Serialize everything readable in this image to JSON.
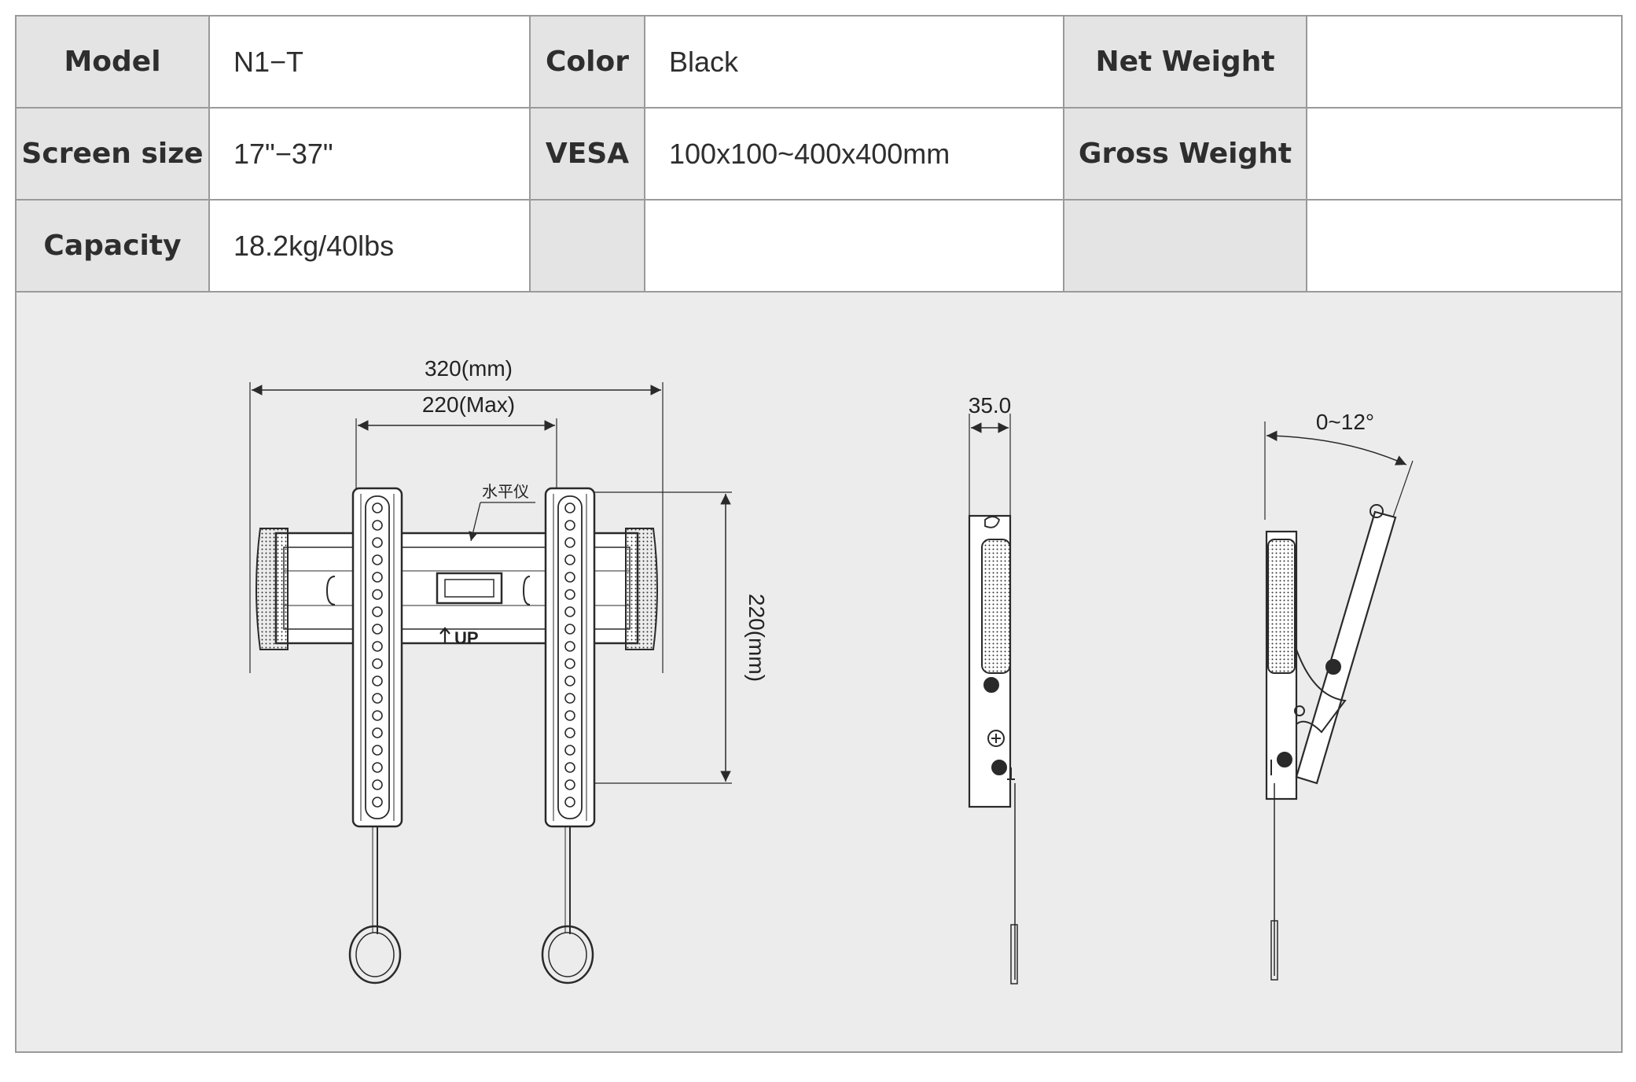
{
  "specs": {
    "rows": [
      [
        {
          "label": "Model",
          "value": "N1−T"
        },
        {
          "label": "Color",
          "value": "Black"
        },
        {
          "label": "Net Weight",
          "value": ""
        }
      ],
      [
        {
          "label": "Screen size",
          "value": "17\"−37\""
        },
        {
          "label": "VESA",
          "value": "100x100~400x400mm"
        },
        {
          "label": "Gross Weight",
          "value": ""
        }
      ],
      [
        {
          "label": "Capacity",
          "value": "18.2kg/40lbs"
        },
        {
          "label": "",
          "value": ""
        },
        {
          "label": "",
          "value": ""
        }
      ]
    ]
  },
  "drawing": {
    "width_label": "320(mm)",
    "max_label": "220(Max)",
    "height_label": "220(mm)",
    "level_label": "水平仪",
    "up_label": "UP",
    "depth_label": "35.0",
    "tilt_label": "0~12°"
  },
  "colors": {
    "header_bg": "#e4e4e4",
    "drawing_bg": "#ececec",
    "border": "#9a9a9a",
    "line": "#2a2a2a"
  }
}
